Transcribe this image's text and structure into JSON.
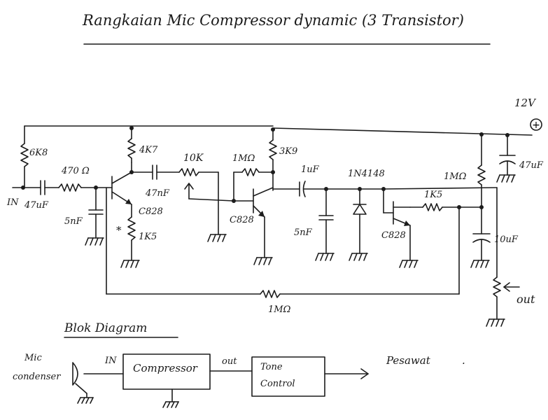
{
  "title": "Rangkaian Mic Compressor dynamic (3 Transistor)",
  "supply": {
    "voltage": "12V",
    "plus": "+"
  },
  "labels": {
    "r_6k8": "6K8",
    "r_470": "470 Ω",
    "in": "IN",
    "c_in": "47uF",
    "c_5nf_1": "5nF",
    "r_4k7": "4K7",
    "r_10k": "10K",
    "c_47nf": "47nF",
    "q1": "C828",
    "r_1k5_1": "1K5",
    "star": "*",
    "r_1m_fb": "1MΩ",
    "r_3k9": "3K9",
    "q2": "C828",
    "c_1uf": "1uF",
    "c_5nf_2": "5nF",
    "diode": "1N4148",
    "q3": "C828",
    "r_1k5_2": "1K5",
    "r_1m_right": "1MΩ",
    "c_47uf_right": "47uF",
    "c_10uf": "10uF",
    "out": "out",
    "r_1m_bottom": "1MΩ"
  },
  "block": {
    "heading": "Blok Diagram",
    "mic": "Mic",
    "condenser": "condenser",
    "in": "IN",
    "compressor": "Compressor",
    "out": "out",
    "tone_line1": "Tone",
    "tone_line2": "Control",
    "pesawat": "Pesawat",
    "period": "."
  }
}
